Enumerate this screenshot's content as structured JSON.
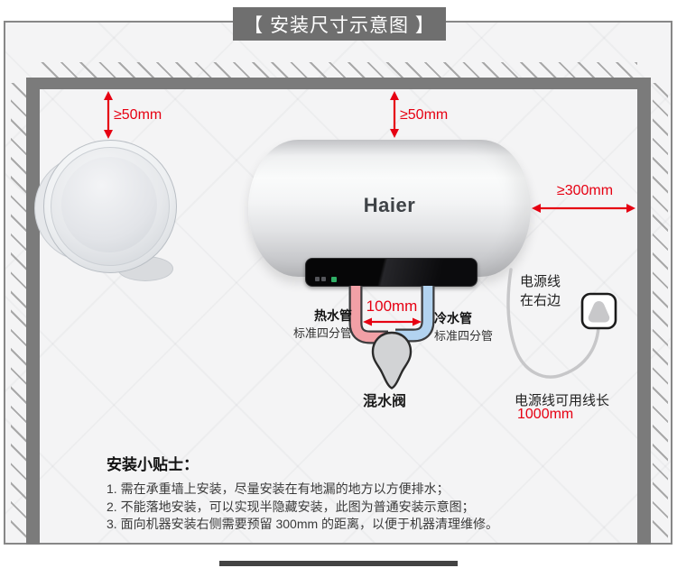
{
  "title": "【 安装尺寸示意图 】",
  "brand": "Haier",
  "dimensions": {
    "left_clearance": "≥50mm",
    "top_clearance": "≥50mm",
    "right_clearance": "≥300mm",
    "pipe_spacing": "100mm",
    "cord_length_value": "1000mm"
  },
  "labels": {
    "hot_pipe": "热水管",
    "hot_pipe_spec": "标准四分管",
    "cold_pipe": "冷水管",
    "cold_pipe_spec": "标准四分管",
    "mixing_valve": "混水阀",
    "power_cord_position_line1": "电源线",
    "power_cord_position_line2": "在右边",
    "cord_length_label": "电源线可用线长"
  },
  "tips": {
    "heading": "安装小贴士：",
    "items": [
      "1. 需在承重墙上安装，尽量安装在有地漏的地方以方便排水；",
      "2. 不能落地安装，可以实现半隐藏安装，此图为普通安装示意图；",
      "3. 面向机器安装右侧需要预留 300mm 的距离，以便于机器清理维修。"
    ]
  },
  "colors": {
    "accent_red": "#e60012",
    "title_bar_gray": "#6f6f6f",
    "wall_gray": "#7b7b7b",
    "hot_pipe_pink": "#f2a0a6",
    "cold_pipe_blue": "#b2d3f0",
    "valve_gray": "#d2d3d5"
  }
}
